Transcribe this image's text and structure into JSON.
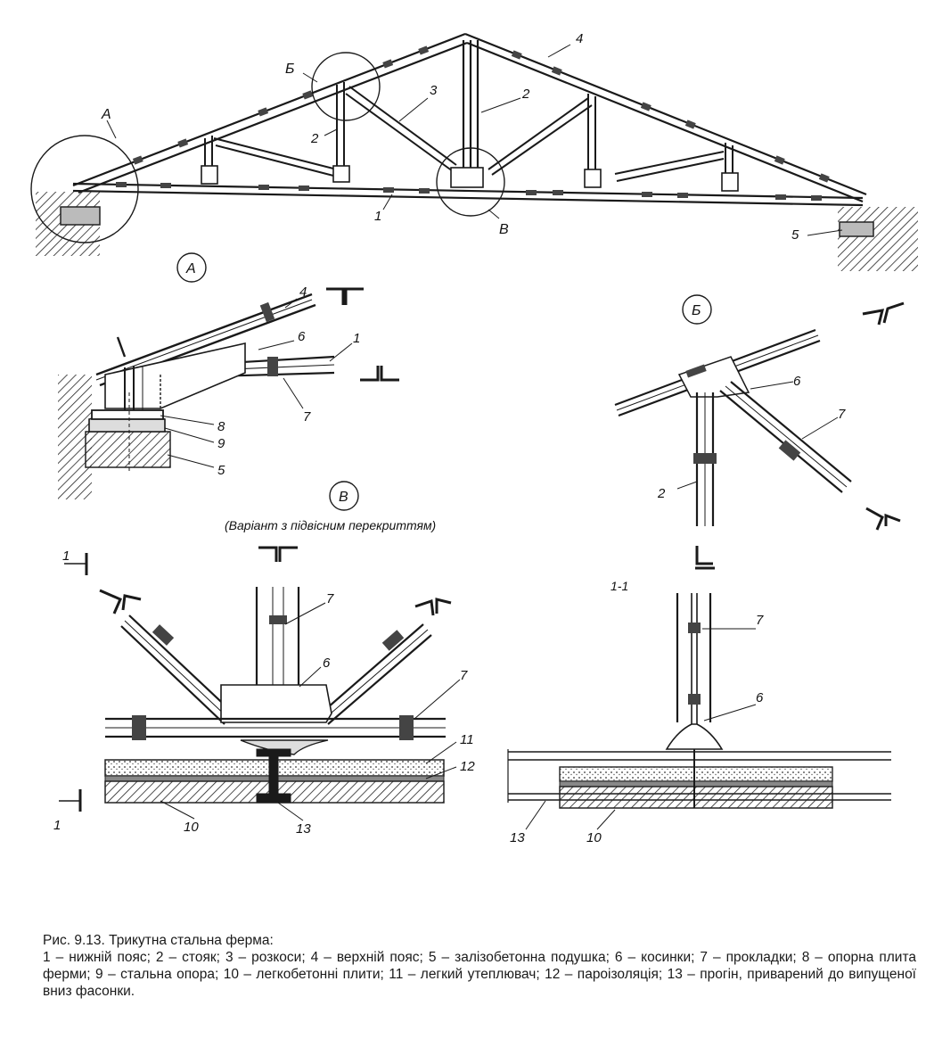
{
  "caption": {
    "title": "Рис. 9.13. Трикутна стальна ферма:",
    "legend": "1 – нижній пояс; 2 – стояк; 3 – розкоси; 4 – верхній пояс; 5 – залізобетонна подушка; 6 – косинки; 7 – прокладки; 8 – опорна плита ферми; 9 – стальна опора; 10 – легкобетонні плити; 11 – легкий утеплювач; 12 – пароізоляція; 13 – прогін, приварений до випущеної вниз фасонки."
  },
  "truss_labels": {
    "A": "А",
    "B": "Б",
    "V": "В",
    "n1": "1",
    "n2a": "2",
    "n2b": "2",
    "n3": "3",
    "n4": "4",
    "n5": "5"
  },
  "detail_A": {
    "title": "А",
    "n4": "4",
    "n6": "6",
    "n1": "1",
    "n7": "7",
    "n8": "8",
    "n9": "9",
    "n5": "5"
  },
  "detail_B": {
    "title": "Б",
    "n6": "6",
    "n7": "7",
    "n2": "2"
  },
  "detail_V": {
    "title": "В",
    "subtitle": "(Варіант з підвісним перекриттям)",
    "n7a": "7",
    "n6": "6",
    "n7b": "7",
    "n11": "11",
    "n12": "12",
    "n10": "10",
    "n13": "13",
    "cut_top": "1",
    "cut_bottom": "1"
  },
  "section_11": {
    "title": "1-1",
    "n7": "7",
    "n6": "6",
    "n13": "13",
    "n10": "10"
  }
}
